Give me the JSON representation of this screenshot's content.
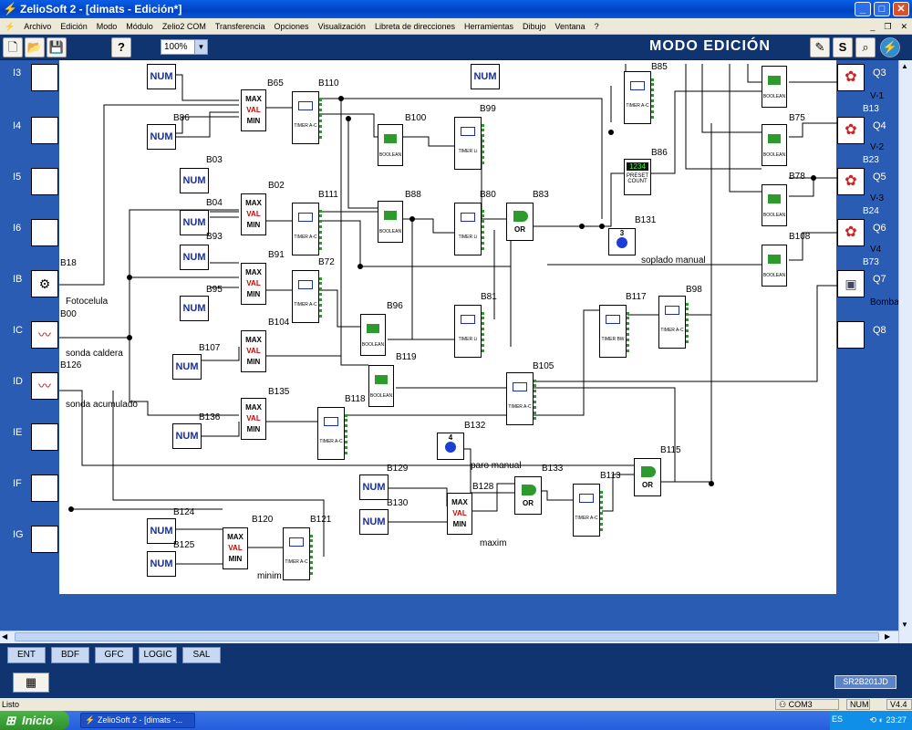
{
  "window": {
    "title": "ZelioSoft 2 - [dimats - Edición*]"
  },
  "menu": [
    "Archivo",
    "Edición",
    "Modo",
    "Módulo",
    "Zelio2 COM",
    "Transferencia",
    "Opciones",
    "Visualización",
    "Libreta de direcciones",
    "Herramientas",
    "Dibujo",
    "Ventana",
    "?"
  ],
  "toolbar": {
    "zoom": "100%",
    "mode": "MODO EDICIÓN",
    "s_label": "S"
  },
  "inputs": [
    "I3",
    "I4",
    "I5",
    "I6",
    "IB",
    "IC",
    "ID",
    "IE",
    "IF",
    "IG"
  ],
  "outputs": [
    "Q3",
    "Q4",
    "Q5",
    "Q6",
    "Q7",
    "Q8"
  ],
  "output_comments": [
    "V-1",
    "V-2",
    "V-3",
    "V4",
    "Bomba"
  ],
  "output_refs": [
    "B13",
    "B23",
    "B24",
    "B73"
  ],
  "blocks": {
    "num": [
      "NUM",
      "NUM",
      "NUM",
      "NUM",
      "NUM",
      "NUM",
      "NUM",
      "NUM",
      "NUM",
      "NUM",
      "NUM",
      "NUM",
      "NUM"
    ],
    "compare": [
      "MAX",
      "VAL",
      "MIN"
    ],
    "timer": "TIMER A-C",
    "timer_li": "TIMER Li",
    "timer_bw": "TIMER BW",
    "boolean": "BOOLEAN",
    "or": "OR",
    "preset": [
      "1234",
      "PRESET",
      "COUNT"
    ],
    "const": [
      "3",
      "4"
    ]
  },
  "labels": {
    "B65": "B65",
    "B110": "B110",
    "B86a": "B86",
    "B85": "B85",
    "B100": "B100",
    "B99": "B99",
    "B03": "B03",
    "B02": "B02",
    "B04": "B04",
    "B111": "B111",
    "B88": "B88",
    "B80": "B80",
    "B83": "B83",
    "B86": "B86",
    "B75": "B75",
    "B78": "B78",
    "B93": "B93",
    "B91": "B91",
    "B95": "B95",
    "B72": "B72",
    "B96": "B96",
    "B81": "B81",
    "B131": "B131",
    "B108": "B108",
    "B117": "B117",
    "B98": "B98",
    "B18": "B18",
    "B00": "B00",
    "B126": "B126",
    "B104": "B104",
    "B107": "B107",
    "B119": "B119",
    "B105": "B105",
    "B118": "B118",
    "B135": "B135",
    "B136": "B136",
    "B132": "B132",
    "B129": "B129",
    "B133": "B133",
    "B115": "B115",
    "B113": "B113",
    "B128": "B128",
    "B130": "B130",
    "B124": "B124",
    "B120": "B120",
    "B121": "B121",
    "B125": "B125"
  },
  "comments": {
    "fotocelula": "Fotocelula",
    "sonda_caldera": "sonda caldera",
    "sonda_acumulado": "sonda acumulado",
    "soplado": "soplado manual",
    "paro": "paro manual",
    "maxim": "maxim",
    "minim": "minim"
  },
  "tabs": [
    "ENT",
    "BDF",
    "GFC",
    "LOGIC",
    "SAL"
  ],
  "model": "SR2B201JD",
  "status": {
    "text": "Listo",
    "com": "COM3",
    "num": "NUM",
    "version": "V4.4"
  },
  "taskbar": {
    "start": "Inicio",
    "task": "ZelioSoft 2 - [dimats -...",
    "lang": "ES",
    "time": "23:27"
  },
  "colors": {
    "titlebar": "#0a5ee6",
    "panel": "#2b5cb4",
    "toolbar": "#0f3470",
    "green": "#2c9a2c"
  }
}
